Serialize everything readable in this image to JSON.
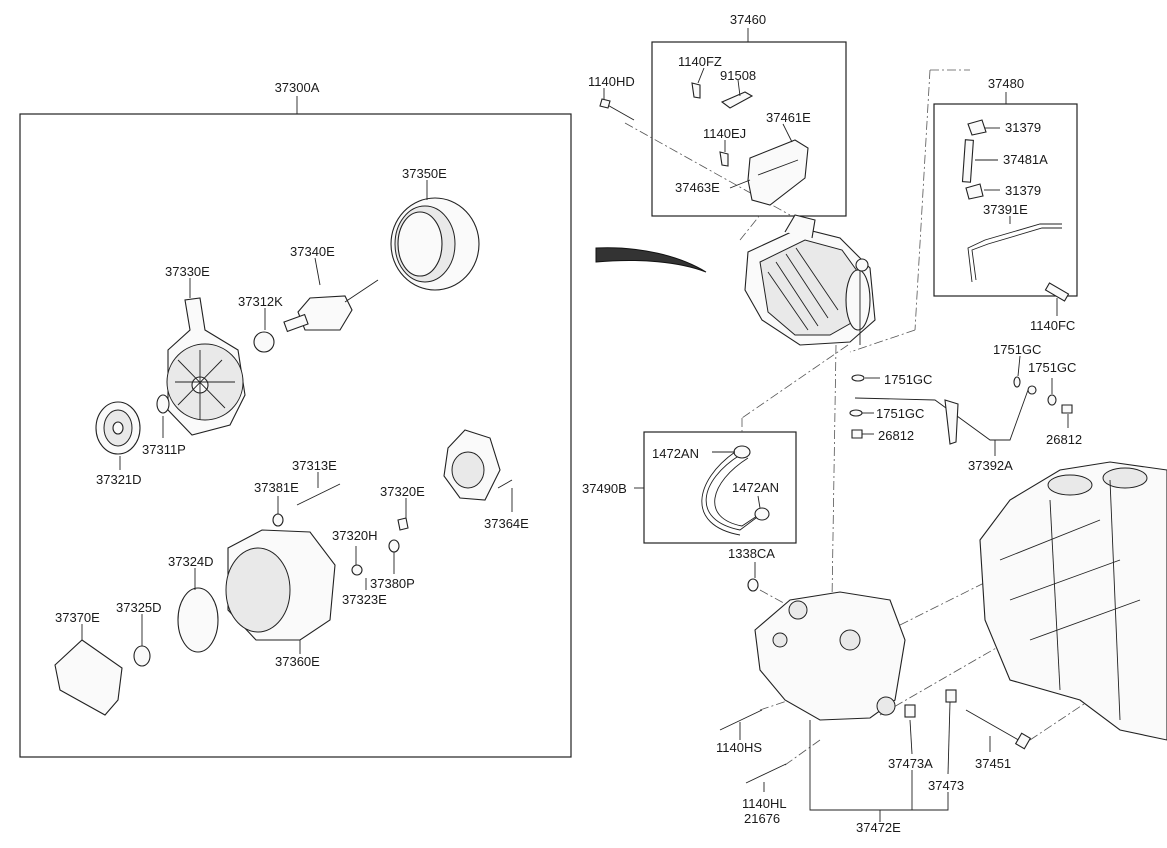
{
  "labels": {
    "l37300A": "37300A",
    "l37460": "37460",
    "l1140HD": "1140HD",
    "l1140FZ": "1140FZ",
    "l91508": "91508",
    "l37461E": "37461E",
    "l1140EJ": "1140EJ",
    "l37463E": "37463E",
    "l37480": "37480",
    "l31379a": "31379",
    "l37481A": "37481A",
    "l31379b": "31379",
    "l37391E": "37391E",
    "l1140FC": "1140FC",
    "l37350E": "37350E",
    "l37340E": "37340E",
    "l37330E": "37330E",
    "l37312K": "37312K",
    "l37311P": "37311P",
    "l37321D": "37321D",
    "l37313E": "37313E",
    "l37381E": "37381E",
    "l37320E": "37320E",
    "l37364E": "37364E",
    "l37320H": "37320H",
    "l37324D": "37324D",
    "l37380P": "37380P",
    "l37323E": "37323E",
    "l37325D": "37325D",
    "l37370E": "37370E",
    "l37360E": "37360E",
    "l1751GCa": "1751GC",
    "l1751GCb": "1751GC",
    "l1751GCc": "1751GC",
    "l1751GCd": "1751GC",
    "l26812a": "26812",
    "l26812b": "26812",
    "l37392A": "37392A",
    "l1472ANa": "1472AN",
    "l1472ANb": "1472AN",
    "l37490B": "37490B",
    "l1338CA": "1338CA",
    "l1140HS": "1140HS",
    "l37473A": "37473A",
    "l37451": "37451",
    "l37473": "37473",
    "l1140HL": "1140HL",
    "l21676": "21676",
    "l37472E": "37472E"
  }
}
